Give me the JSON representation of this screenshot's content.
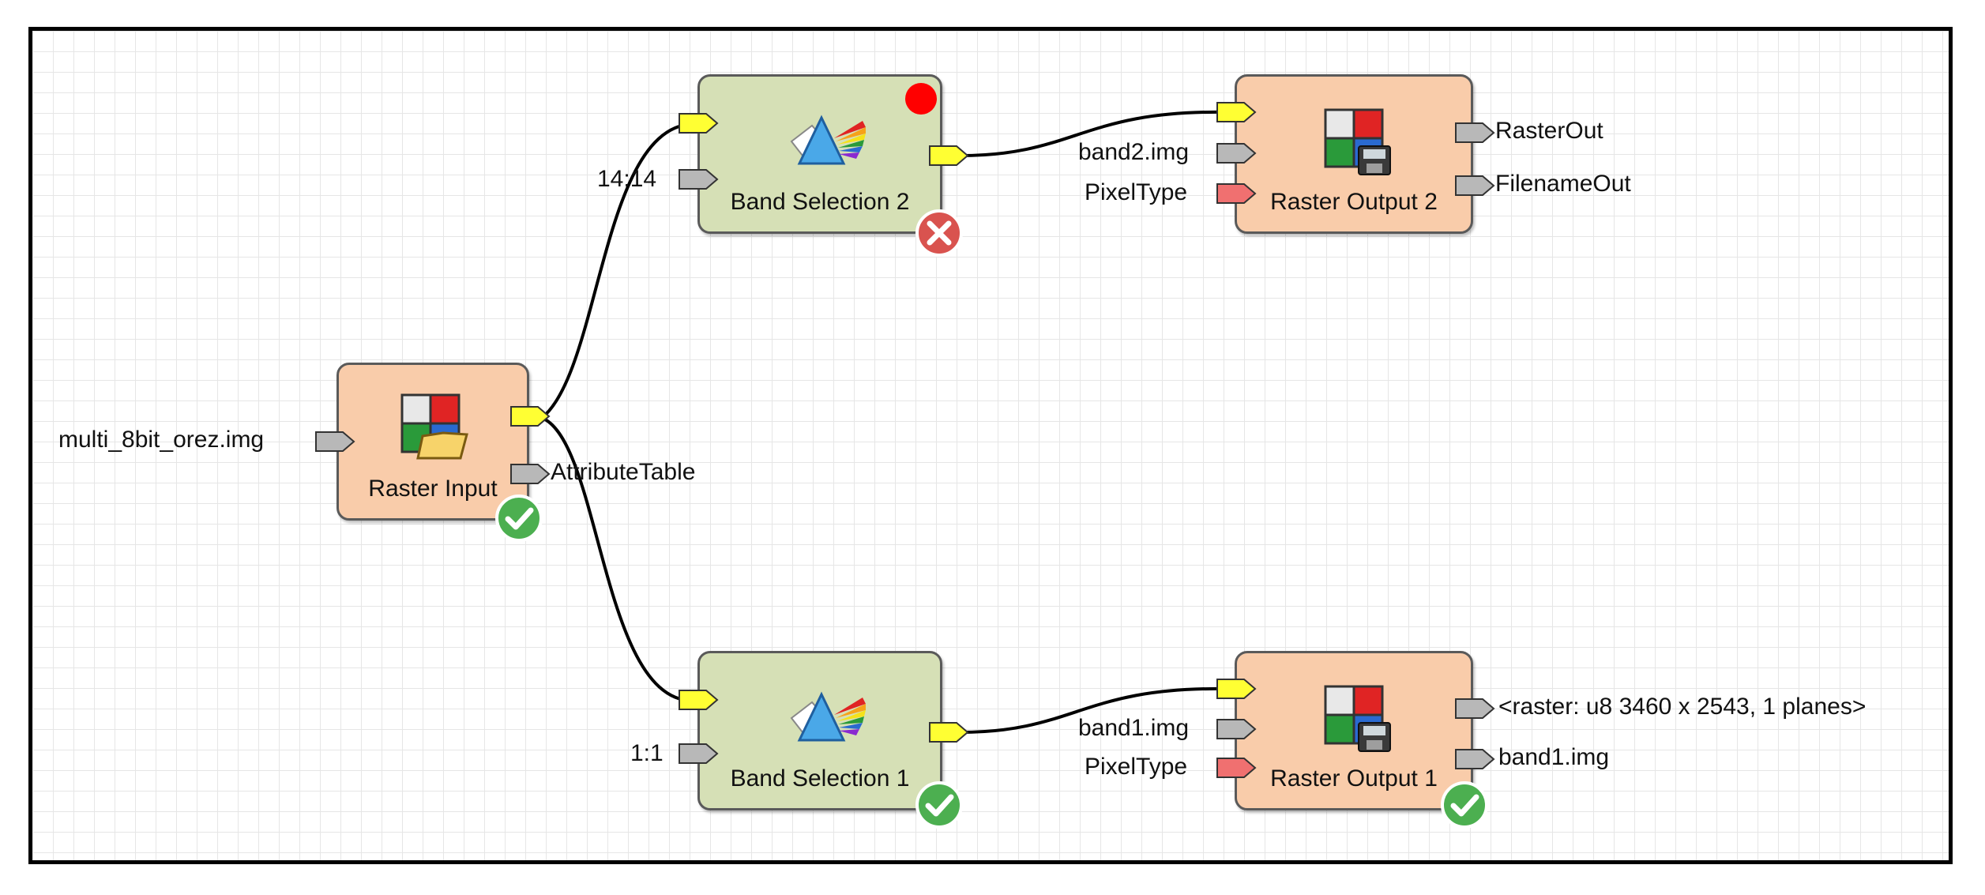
{
  "colors": {
    "raster_node_fill": "#f9ccaa",
    "band_node_fill": "#d6e0b6",
    "node_border": "#5a5a5a",
    "port_data": "#ffff33",
    "port_default": "#b8b8b8",
    "port_pixeltype": "#f07070",
    "status_ok": "#4caf50",
    "status_error": "#d9534f",
    "running_dot": "#ff0000",
    "wire": "#000000"
  },
  "nodes": {
    "raster_input": {
      "label": "Raster Input",
      "input_label": "multi_8bit_orez.img",
      "output_label": "AttributeTable",
      "status": "ok"
    },
    "band_selection_2": {
      "label": "Band Selection 2",
      "band_label": "14:14",
      "status": "error",
      "running": true
    },
    "band_selection_1": {
      "label": "Band Selection 1",
      "band_label": "1:1",
      "status": "ok"
    },
    "raster_output_2": {
      "label": "Raster Output 2",
      "filename_label": "band2.img",
      "pixeltype_label": "PixelType",
      "out1_label": "RasterOut",
      "out2_label": "FilenameOut"
    },
    "raster_output_1": {
      "label": "Raster Output 1",
      "filename_label": "band1.img",
      "pixeltype_label": "PixelType",
      "out1_label": "<raster: u8 3460 x 2543, 1 planes>",
      "out2_label": "band1.img",
      "status": "ok"
    }
  },
  "icons": {
    "raster_input": "raster-open-icon",
    "band_selection": "prism-icon",
    "raster_output": "raster-save-icon",
    "status_ok": "check-icon",
    "status_error": "x-icon"
  }
}
